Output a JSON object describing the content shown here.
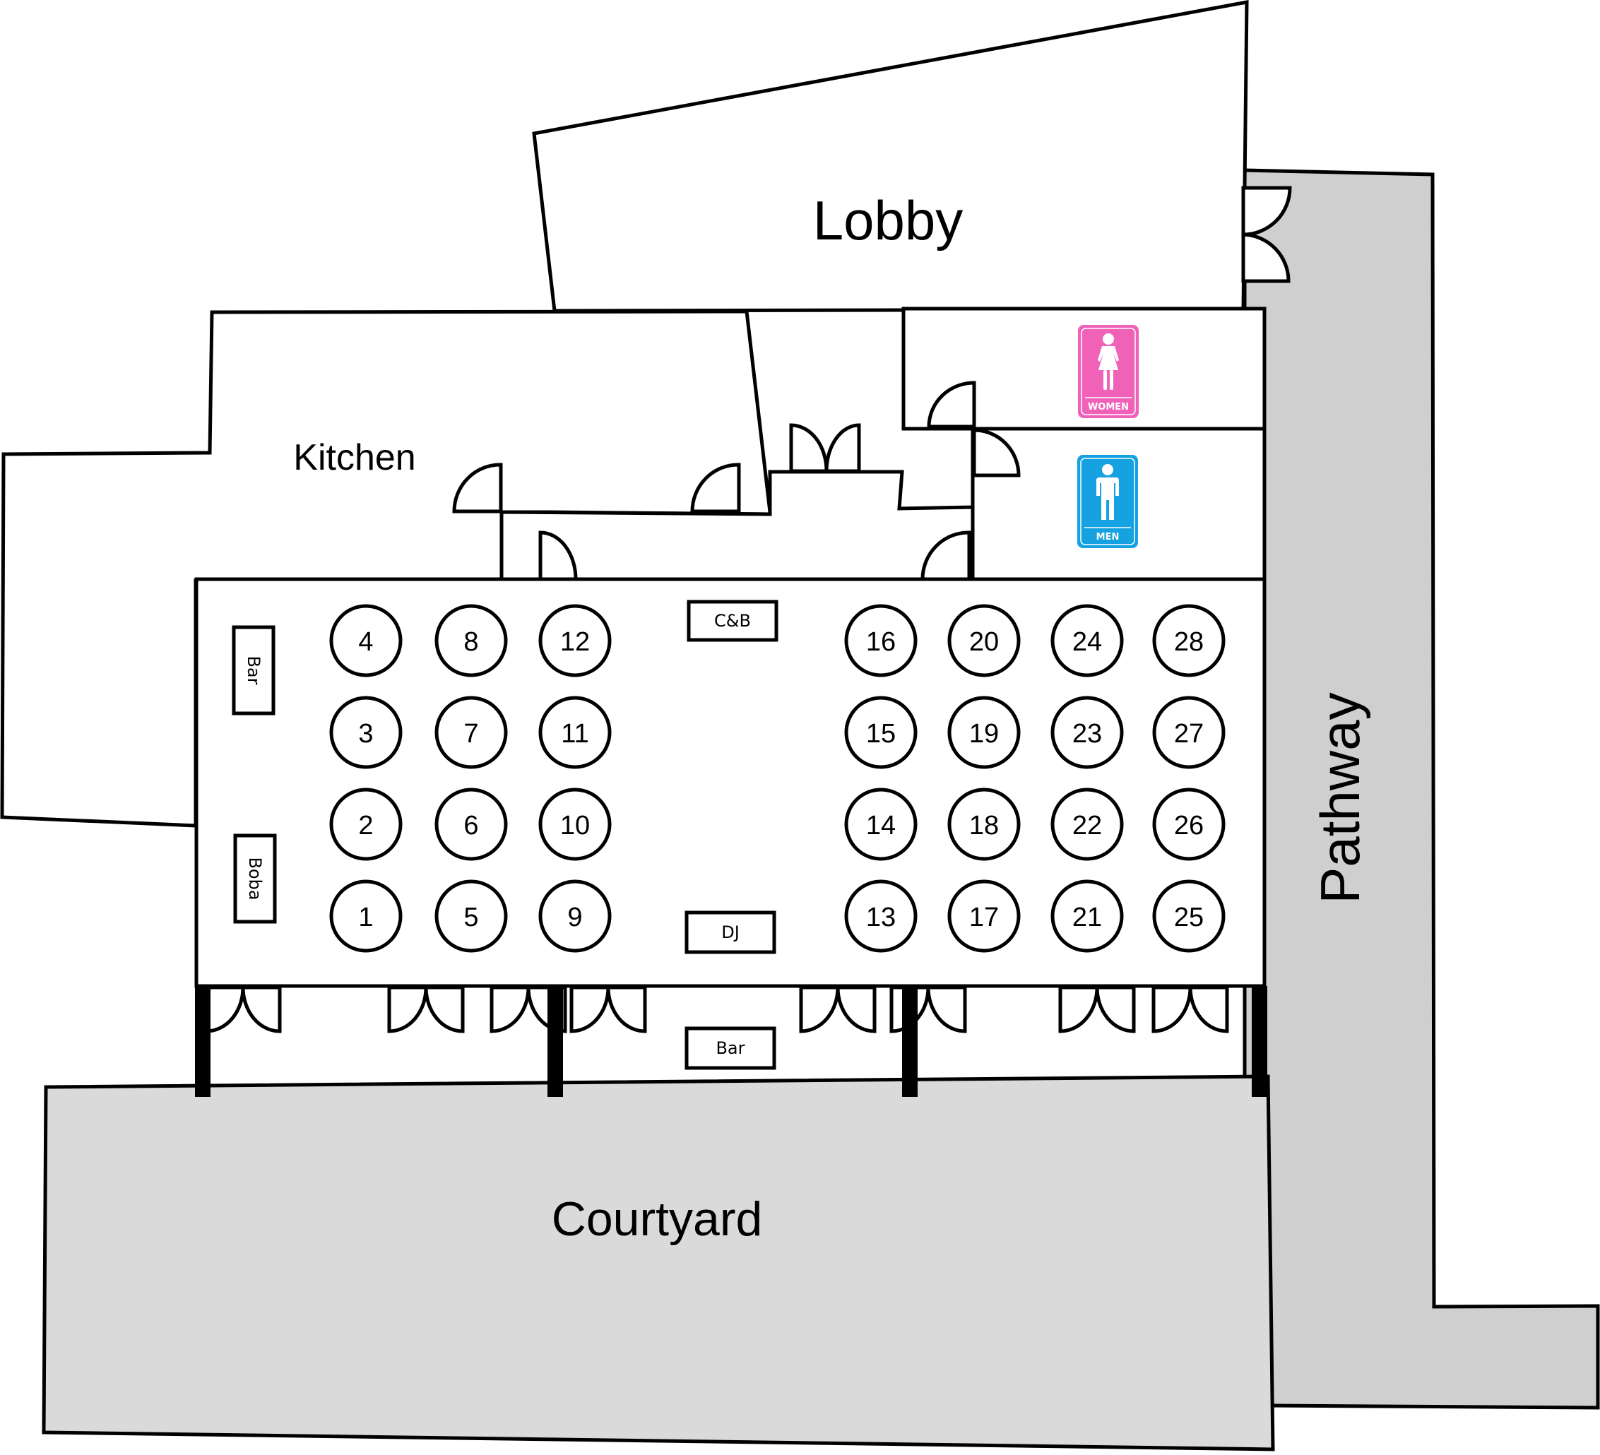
{
  "rooms": {
    "lobby": "Lobby",
    "kitchen": "Kitchen",
    "courtyard": "Courtyard",
    "pathway": "Pathway"
  },
  "stations": {
    "bar_left": "Bar",
    "boba": "Boba",
    "cb": "C&B",
    "dj": "DJ",
    "bar_courtyard": "Bar"
  },
  "restrooms": {
    "women": {
      "label": "WOMEN",
      "color": "#f062b8",
      "icon": "woman-icon"
    },
    "men": {
      "label": "MEN",
      "color": "#16a1e0",
      "icon": "man-icon"
    }
  },
  "colors": {
    "courtyard": "#dadada",
    "pathway": "#d0cfd0"
  },
  "tables": {
    "left_columns": [
      [
        "4",
        "3",
        "2",
        "1"
      ],
      [
        "8",
        "7",
        "6",
        "5"
      ],
      [
        "12",
        "11",
        "10",
        "9"
      ]
    ],
    "right_columns": [
      [
        "16",
        "15",
        "14",
        "13"
      ],
      [
        "20",
        "19",
        "18",
        "17"
      ],
      [
        "24",
        "23",
        "22",
        "21"
      ],
      [
        "28",
        "27",
        "26",
        "25"
      ]
    ]
  }
}
